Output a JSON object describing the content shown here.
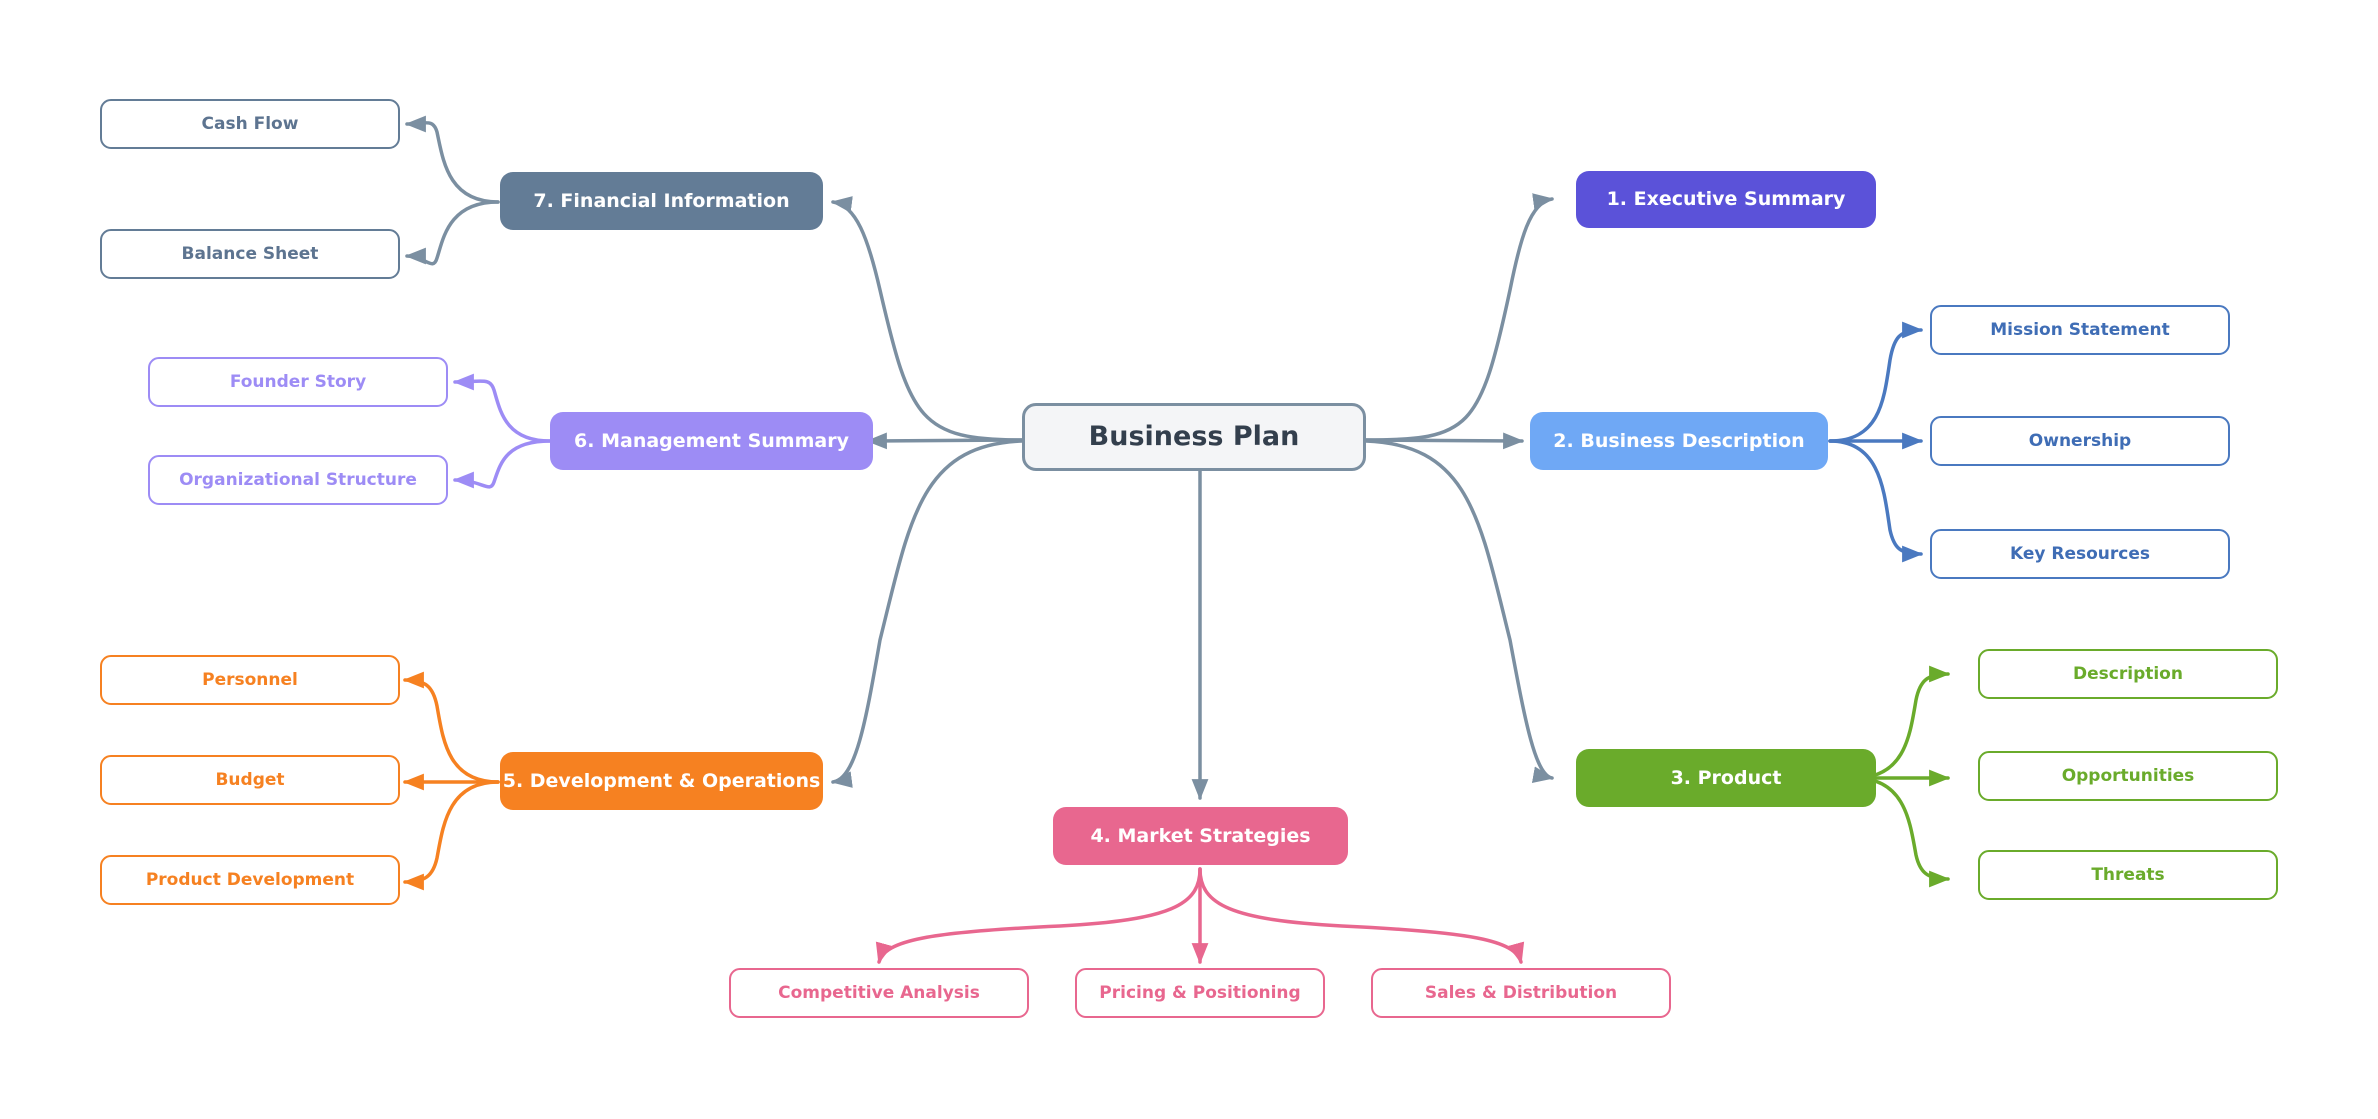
{
  "diagram": {
    "type": "mind-map",
    "title": "Business Plan",
    "background": "#ffffff",
    "center": {
      "label": "Business Plan",
      "fill": "#f4f5f7",
      "border": "#7b8fa1",
      "text_color": "#333f4d"
    },
    "branches": [
      {
        "id": "executive-summary",
        "label": "1. Executive Summary",
        "color": "#5b52d9",
        "side": "right",
        "children": []
      },
      {
        "id": "business-description",
        "label": "2. Business Description",
        "color": "#6fa8f5",
        "edge_color": "#4a79c0",
        "side": "right",
        "children": [
          {
            "label": "Mission Statement"
          },
          {
            "label": "Ownership"
          },
          {
            "label": "Key Resources"
          }
        ]
      },
      {
        "id": "product",
        "label": "3. Product",
        "color": "#6aab2b",
        "edge_color": "#6aab2b",
        "side": "right",
        "children": [
          {
            "label": "Description"
          },
          {
            "label": "Opportunities"
          },
          {
            "label": "Threats"
          }
        ]
      },
      {
        "id": "market-strategies",
        "label": "4. Market Strategies",
        "color": "#e8678f",
        "edge_color": "#e8678f",
        "side": "bottom",
        "children": [
          {
            "label": "Competitive Analysis"
          },
          {
            "label": "Pricing & Positioning"
          },
          {
            "label": "Sales & Distribution"
          }
        ]
      },
      {
        "id": "development-operations",
        "label": "5. Development & Operations",
        "color": "#f68121",
        "edge_color": "#f68121",
        "side": "left",
        "children": [
          {
            "label": "Personnel"
          },
          {
            "label": "Budget"
          },
          {
            "label": "Product Development"
          }
        ]
      },
      {
        "id": "management-summary",
        "label": "6. Management Summary",
        "color": "#9d8cf5",
        "edge_color": "#9d8cf5",
        "side": "left",
        "children": [
          {
            "label": "Founder Story"
          },
          {
            "label": "Organizational Structure"
          }
        ]
      },
      {
        "id": "financial-information",
        "label": "7. Financial Information",
        "color": "#637c96",
        "edge_color": "#7b8fa1",
        "side": "left",
        "children": [
          {
            "label": "Cash Flow"
          },
          {
            "label": "Balance Sheet"
          }
        ]
      }
    ]
  }
}
